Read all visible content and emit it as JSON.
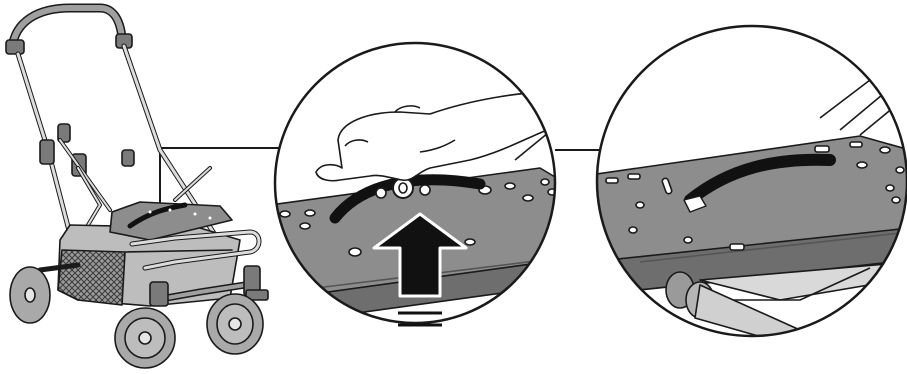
{
  "colors": {
    "line": "#1a1a1a",
    "frame": "#cfcfcf",
    "plate": "#8d8d8d",
    "plate_dark": "#6e6e6e",
    "strap": "#111111",
    "basket": "#bdbdbd",
    "basket_mesh": "#4a4a4a",
    "wheel": "#a9a9a9",
    "arrow": "#111111"
  },
  "icons": {
    "step_1": "stroller-frame-with-basket",
    "step_2": "hand-pushing-strap-up",
    "step_3": "strap-fastened-through-slot"
  }
}
